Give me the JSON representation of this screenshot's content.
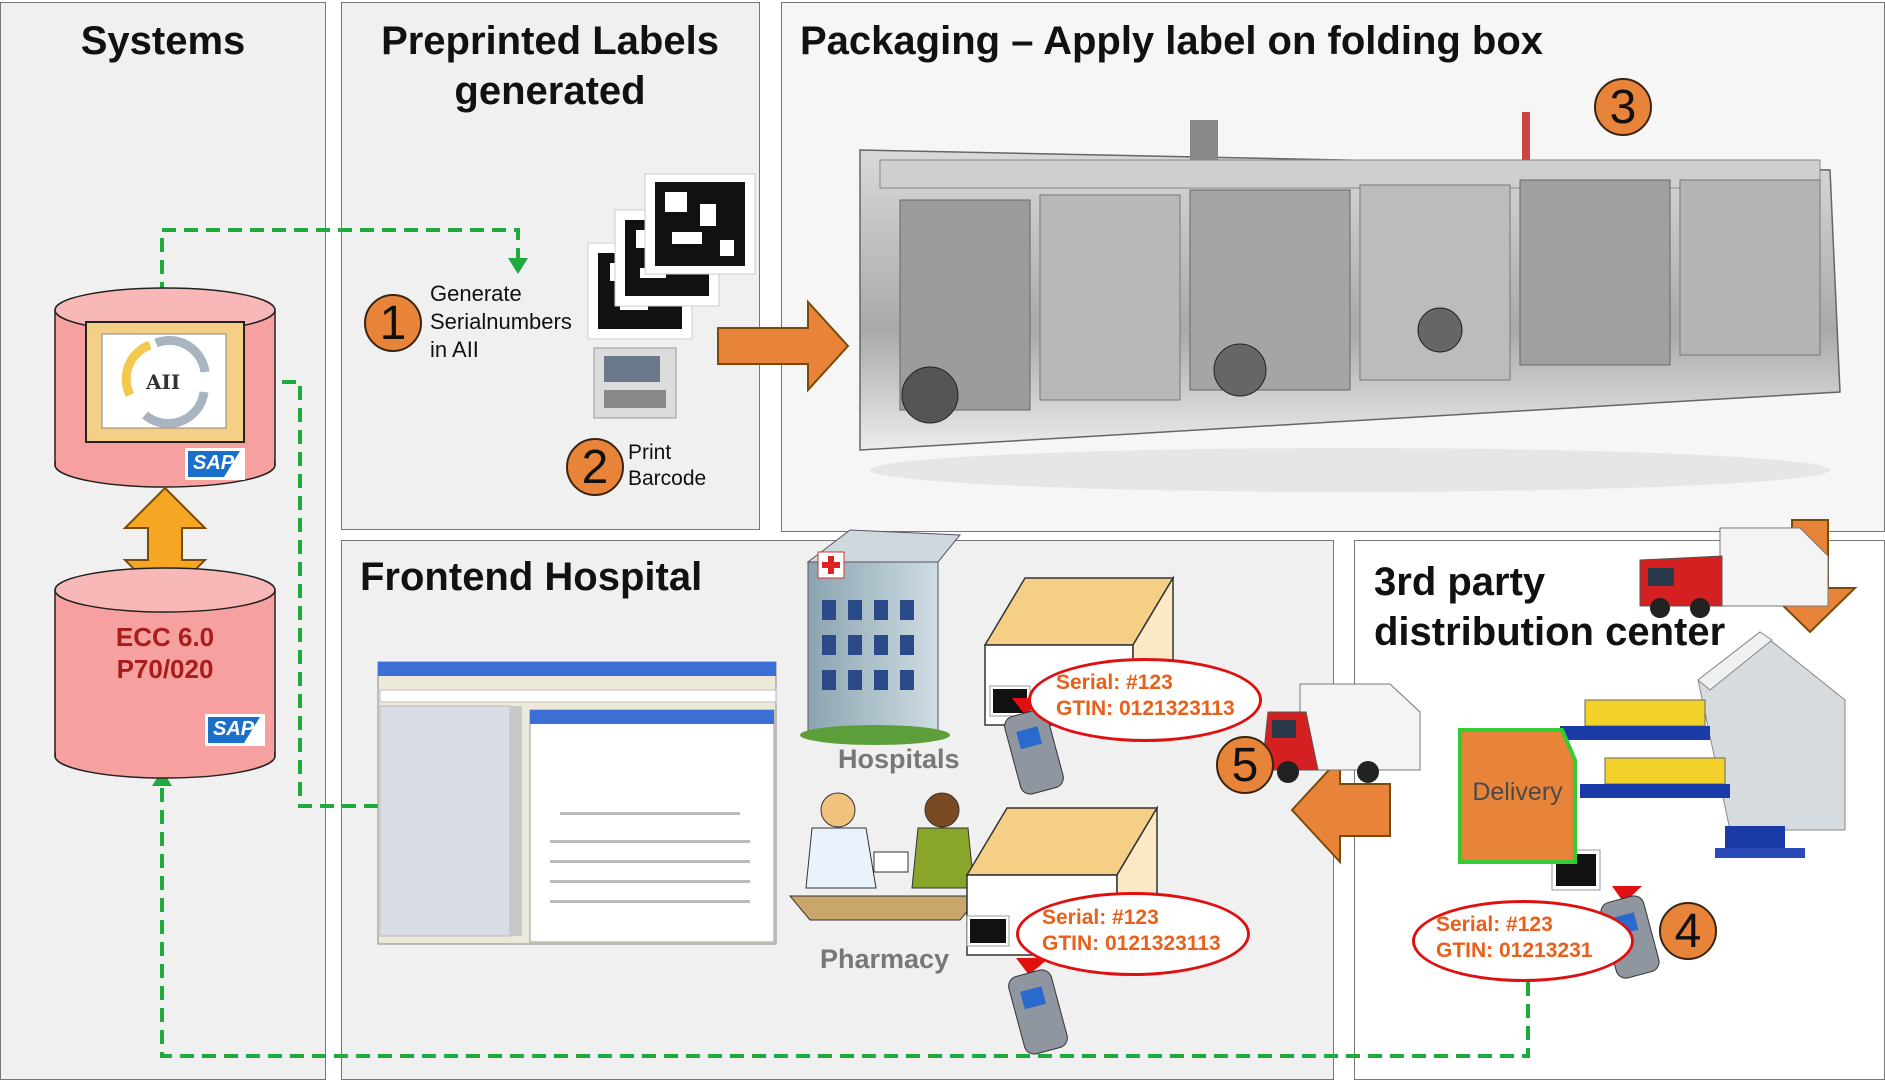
{
  "panels": {
    "systems": {
      "title": "Systems"
    },
    "labels": {
      "title": "Preprinted Labels generated"
    },
    "packaging": {
      "title": "Packaging – Apply label on folding box"
    },
    "hospital": {
      "title": "Frontend Hospital"
    },
    "distribution": {
      "title_line1": "3rd party",
      "title_line2": "distribution center"
    }
  },
  "systems": {
    "aii_label": "AII",
    "sap_logo": "SAP",
    "ecc_line1": "ECC 6.0",
    "ecc_line2": "P70/020"
  },
  "steps": {
    "step1": {
      "number": "1",
      "line1": "Generate",
      "line2": "Serialnumbers",
      "line3": "in AII"
    },
    "step2": {
      "number": "2",
      "line1": "Print",
      "line2": "Barcode"
    },
    "step3": {
      "number": "3"
    },
    "step4": {
      "number": "4"
    },
    "step5": {
      "number": "5"
    }
  },
  "hospital": {
    "hospitals_label": "Hospitals",
    "pharmacy_label": "Pharmacy",
    "serial_top": {
      "serial": "Serial: #123",
      "gtin": "GTIN: 0121323113"
    },
    "serial_bottom": {
      "serial": "Serial: #123",
      "gtin": "GTIN: 0121323113"
    }
  },
  "distribution": {
    "delivery_label": "Delivery",
    "serial": {
      "serial": "Serial: #123",
      "gtin": "GTIN: 01213231"
    }
  },
  "colors": {
    "arrow_orange": "#e8843a",
    "dashed_green": "#1eaa3c",
    "db_pink": "#f7a0a0",
    "serial_red": "#e01010",
    "serial_text": "#e8601a"
  },
  "icons": [
    "server-cylinder-icon",
    "sap-logo-icon",
    "qr-code-icon",
    "label-printer-icon",
    "packaging-machine-icon",
    "hospital-building-icon",
    "pharmacist-icon",
    "cardboard-box-icon",
    "barcode-scanner-icon",
    "delivery-truck-icon",
    "warehouse-icon",
    "delivery-document-icon",
    "screenshot-window-icon"
  ]
}
